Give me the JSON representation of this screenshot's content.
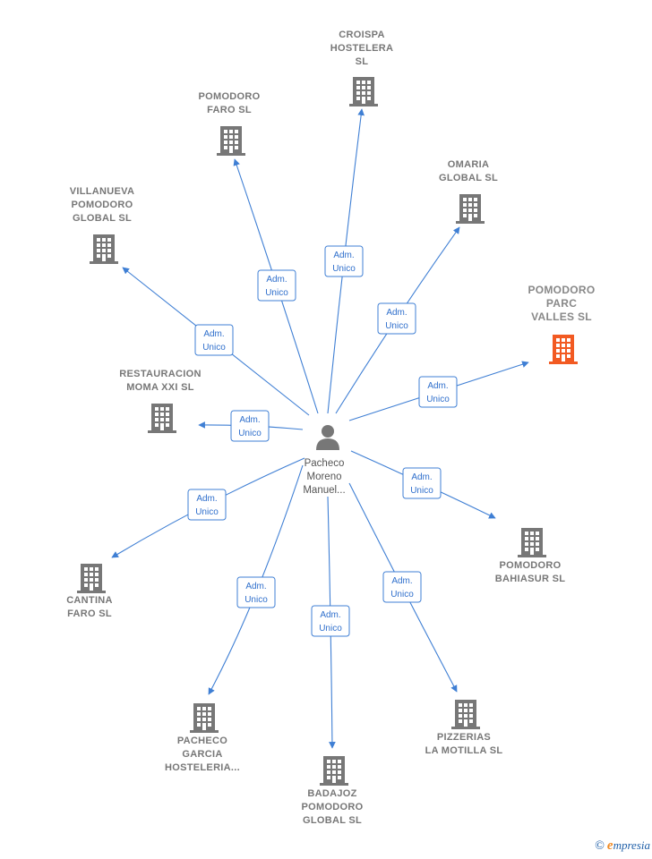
{
  "center": {
    "label_lines": [
      "Pacheco",
      "Moreno",
      "Manuel..."
    ],
    "icon": "person-icon"
  },
  "relation_label_lines": [
    "Adm.",
    "Unico"
  ],
  "colors": {
    "edge": "#3f7fd4",
    "building": "#777777",
    "highlight": "#f25a22",
    "person": "#777777"
  },
  "companies": [
    {
      "id": "croispa-hostelera-sl",
      "label_lines": [
        "CROISPA",
        "HOSTELERA",
        "SL"
      ],
      "highlight": false
    },
    {
      "id": "pomodoro-faro-sl",
      "label_lines": [
        "POMODORO",
        "FARO  SL"
      ],
      "highlight": false
    },
    {
      "id": "omaria-global-sl",
      "label_lines": [
        "OMARIA",
        "GLOBAL  SL"
      ],
      "highlight": false
    },
    {
      "id": "villanueva-pomodoro-global-sl",
      "label_lines": [
        "VILLANUEVA",
        "POMODORO",
        "GLOBAL  SL"
      ],
      "highlight": false
    },
    {
      "id": "pomodoro-parc-valles-sl",
      "label_lines": [
        "POMODORO",
        "PARC",
        "VALLES  SL"
      ],
      "highlight": true
    },
    {
      "id": "restauracion-moma-xxi-sl",
      "label_lines": [
        "RESTAURACION",
        "MOMA XXI  SL"
      ],
      "highlight": false
    },
    {
      "id": "pomodoro-bahiasur-sl",
      "label_lines": [
        "POMODORO",
        "BAHIASUR  SL"
      ],
      "highlight": false
    },
    {
      "id": "cantina-faro-sl",
      "label_lines": [
        "CANTINA",
        "FARO  SL"
      ],
      "highlight": false
    },
    {
      "id": "pacheco-garcia-hosteleria",
      "label_lines": [
        "PACHECO",
        "GARCIA",
        "HOSTELERIA..."
      ],
      "highlight": false
    },
    {
      "id": "badajoz-pomodoro-global-sl",
      "label_lines": [
        "BADAJOZ",
        "POMODORO",
        "GLOBAL  SL"
      ],
      "highlight": false
    },
    {
      "id": "pizzerias-la-motilla-sl",
      "label_lines": [
        "PIZZERIAS",
        "LA MOTILLA  SL"
      ],
      "highlight": false
    }
  ],
  "footer": {
    "copyright": "©",
    "brand_initial": "e",
    "brand_rest": "mpresia"
  }
}
